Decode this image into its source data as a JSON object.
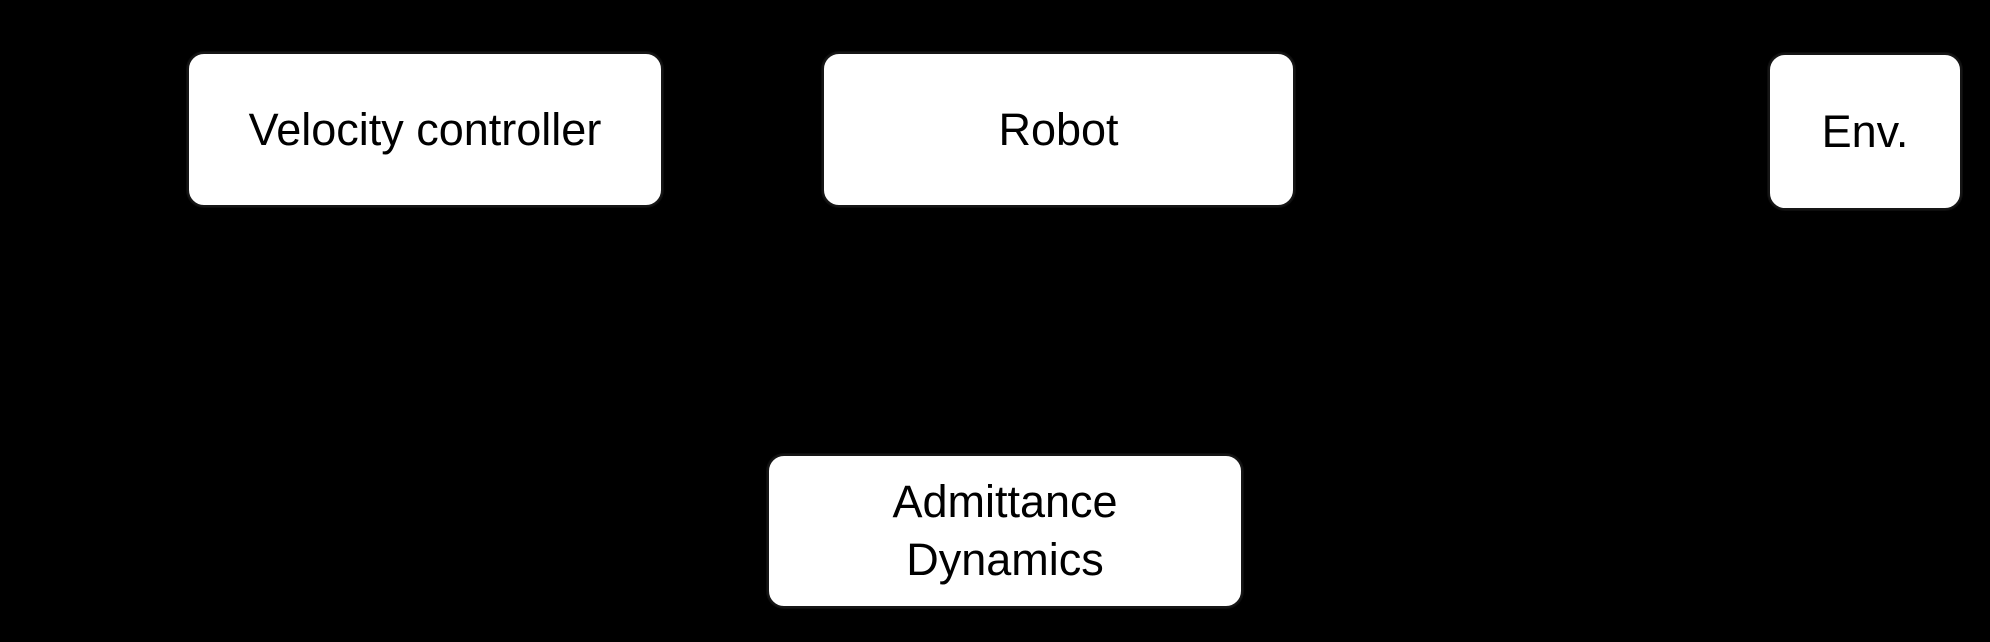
{
  "diagram": {
    "type": "block-diagram",
    "background_color": "#000000",
    "node_fill_color": "#ffffff",
    "node_border_color": "#161616",
    "node_text_color": "#000000",
    "nodes": {
      "velocity_controller": {
        "label": "Velocity controller"
      },
      "robot": {
        "label": "Robot"
      },
      "env": {
        "label": "Env."
      },
      "admittance_dynamics": {
        "label": "Admittance Dynamics",
        "lines": {
          "0": "Admittance",
          "1": "Dynamics"
        }
      }
    }
  }
}
